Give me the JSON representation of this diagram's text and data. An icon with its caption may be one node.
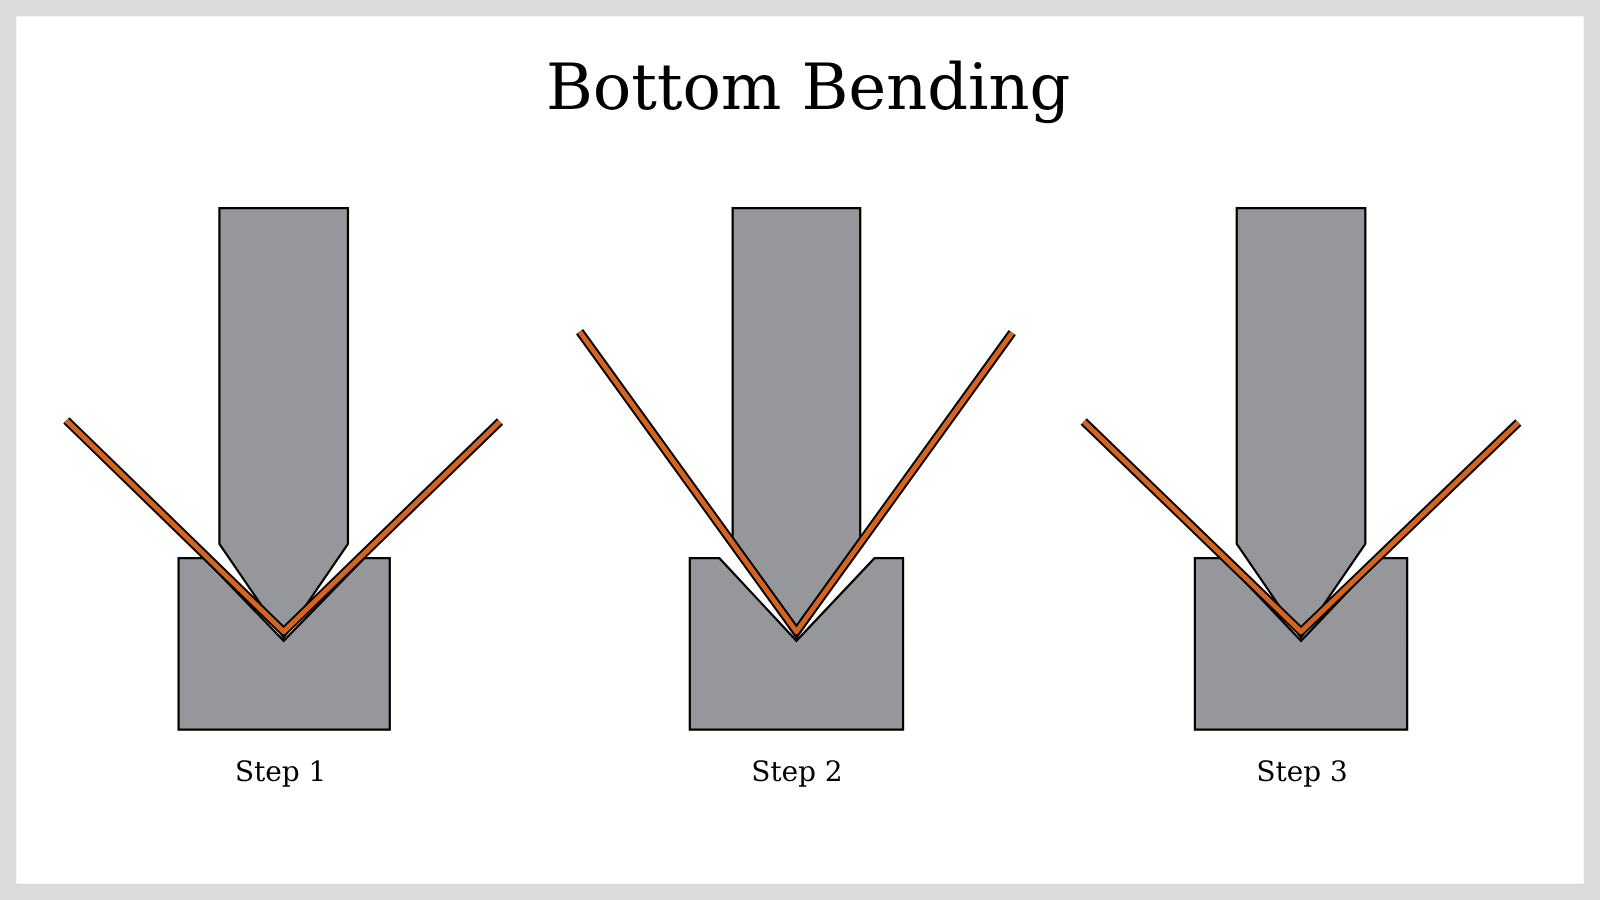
{
  "diagram": {
    "title": "Bottom Bending",
    "labels": [
      "Step 1",
      "Step 2",
      "Step 3"
    ]
  }
}
